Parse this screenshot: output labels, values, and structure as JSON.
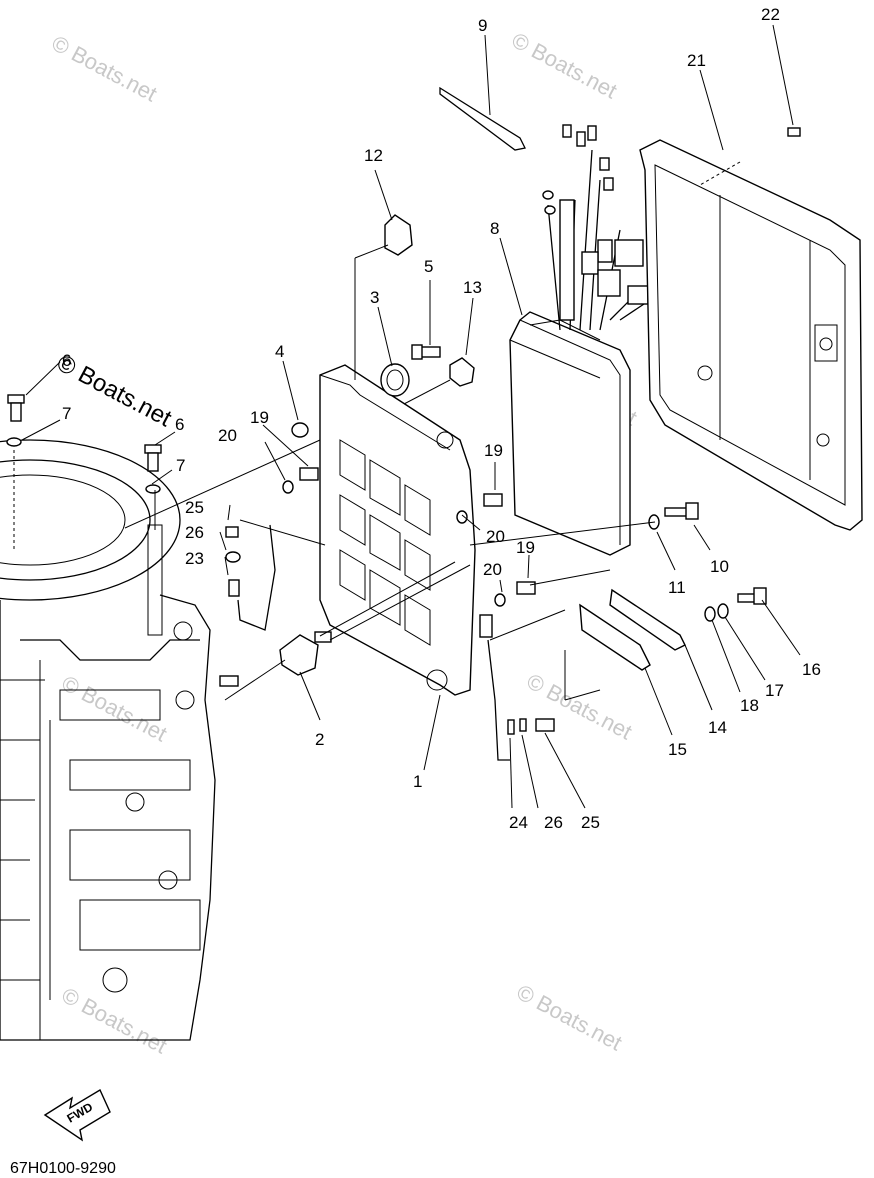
{
  "diagram_code": "67H0100-9290",
  "fwd_label": "FWD",
  "watermark": "© Boats.net",
  "callouts": [
    "1",
    "2",
    "3",
    "4",
    "5",
    "6",
    "6",
    "7",
    "7",
    "8",
    "9",
    "10",
    "11",
    "12",
    "13",
    "14",
    "15",
    "16",
    "17",
    "18",
    "19",
    "19",
    "19",
    "20",
    "20",
    "20",
    "20",
    "21",
    "22",
    "23",
    "24",
    "25",
    "25",
    "26",
    "26"
  ]
}
